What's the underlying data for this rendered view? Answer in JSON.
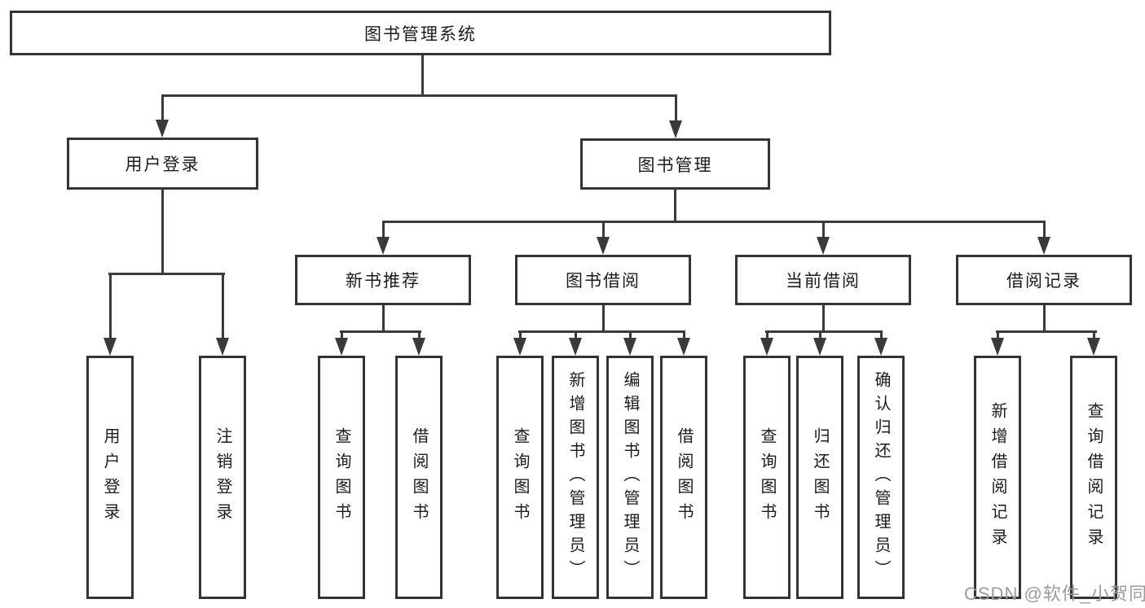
{
  "diagram": {
    "title": "图书管理系统",
    "colors": {
      "line": "#3a3a3a",
      "box_border": "#343434",
      "text": "#1c1c1c",
      "background": "#ffffff",
      "watermark": "#9b9ba1"
    },
    "level2": {
      "user_login": {
        "label": "用户登录"
      },
      "book_management": {
        "label": "图书管理"
      }
    },
    "level3": {
      "new_book_recommend": {
        "label": "新书推荐"
      },
      "book_borrow": {
        "label": "图书借阅"
      },
      "current_borrow": {
        "label": "当前借阅"
      },
      "borrow_record": {
        "label": "借阅记录"
      }
    },
    "leaves": {
      "user_login_leaf": {
        "label": "用户登录"
      },
      "logout_leaf": {
        "label": "注销登录"
      },
      "nbr_query_books": {
        "label": "查询图书"
      },
      "nbr_borrow_books": {
        "label": "借阅图书"
      },
      "bb_query_books": {
        "label": "查询图书"
      },
      "bb_add_books_admin": {
        "label": "新增图书（管理员）"
      },
      "bb_edit_books_admin": {
        "label": "编辑图书（管理员）"
      },
      "bb_borrow_books": {
        "label": "借阅图书"
      },
      "cb_query_books": {
        "label": "查询图书"
      },
      "cb_return_books": {
        "label": "归还图书"
      },
      "cb_confirm_return_admin": {
        "label": "确认归还（管理员）"
      },
      "br_add_record": {
        "label": "新增借阅记录"
      },
      "br_query_record": {
        "label": "查询借阅记录"
      }
    },
    "watermark": "CSDN @软件_小贺同学"
  }
}
